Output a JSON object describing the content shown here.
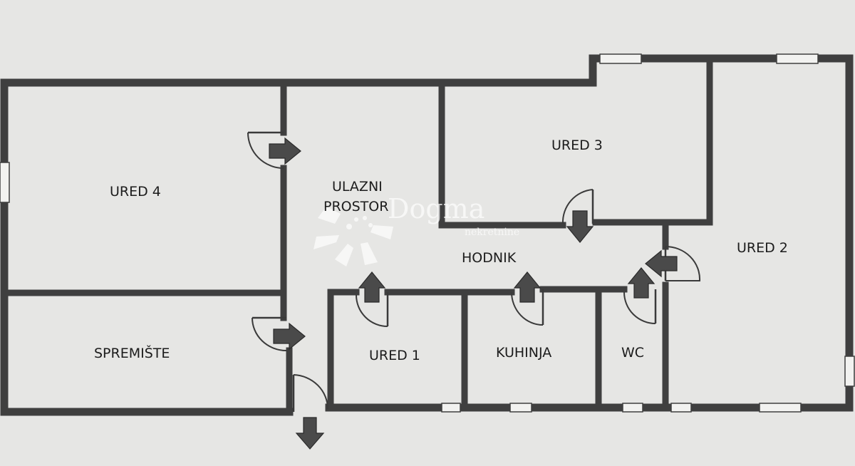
{
  "rooms": {
    "ured4": "URED 4",
    "spremiste": "SPREMIŠTE",
    "ulazni_line1": "ULAZNI",
    "ulazni_line2": "PROSTOR",
    "ured3": "URED 3",
    "hodnik": "HODNIK",
    "ured2": "URED 2",
    "ured1": "URED 1",
    "kuhinja": "KUHINJA",
    "wc": "WC"
  },
  "watermark": {
    "brand": "Dogma",
    "sub": "nekretnine"
  },
  "colors": {
    "background": "#e6e6e4",
    "wall": "#3f3f3f",
    "arrow": "#4a4a4a"
  }
}
